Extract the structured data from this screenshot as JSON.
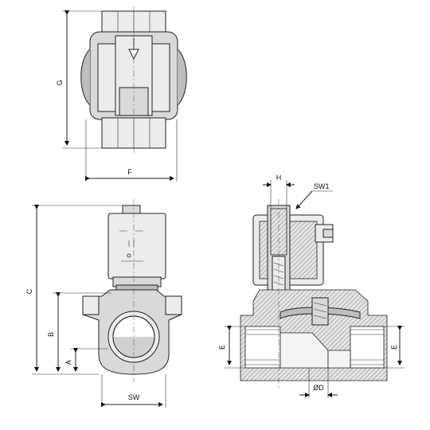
{
  "labels": {
    "G": "G",
    "F": "F",
    "C": "C",
    "B": "B",
    "A": "A",
    "SW": "SW",
    "H": "H",
    "SW1": "SW1",
    "E_left": "E",
    "E_right": "E",
    "D": "ØD"
  }
}
